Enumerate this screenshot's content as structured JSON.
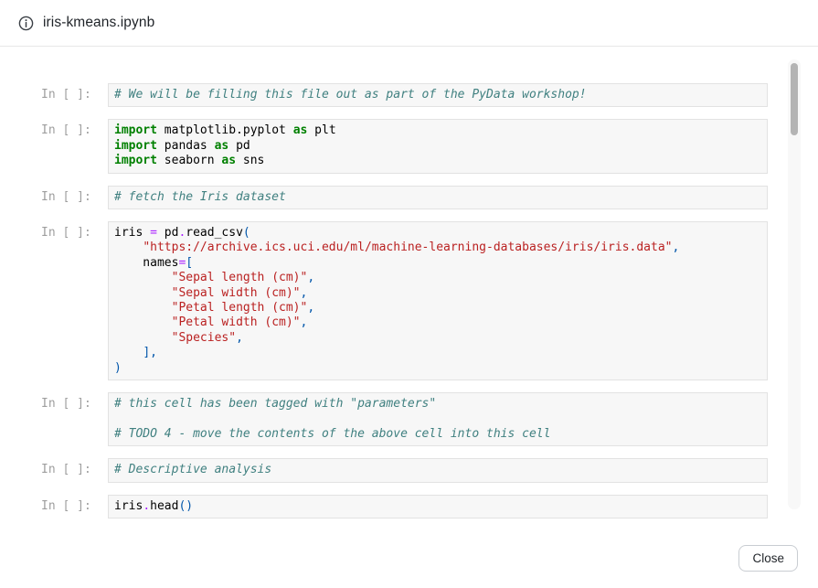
{
  "header": {
    "title": "iris-kmeans.ipynb",
    "icon": "info-icon"
  },
  "footer": {
    "close_label": "Close"
  },
  "syntax_colors": {
    "keyword": "#008000",
    "operator": "#AA22FF",
    "punctuation": "#0055AA",
    "string": "#BA2121",
    "comment": "#408080",
    "plain": "#000000",
    "cell_background": "#f7f7f7",
    "cell_border": "#e2e2e2",
    "prompt_color": "#9e9e9e"
  },
  "notebook": {
    "prompt": "In [ ]:",
    "cells": [
      {
        "lines": [
          [
            [
              "c",
              "# We will be filling this file out as part of the PyData workshop!"
            ]
          ]
        ]
      },
      {
        "lines": [
          [
            [
              "k",
              "import"
            ],
            [
              "n",
              " matplotlib.pyplot "
            ],
            [
              "k",
              "as"
            ],
            [
              "n",
              " plt"
            ]
          ],
          [
            [
              "k",
              "import"
            ],
            [
              "n",
              " pandas "
            ],
            [
              "k",
              "as"
            ],
            [
              "n",
              " pd"
            ]
          ],
          [
            [
              "k",
              "import"
            ],
            [
              "n",
              " seaborn "
            ],
            [
              "k",
              "as"
            ],
            [
              "n",
              " sns"
            ]
          ]
        ]
      },
      {
        "lines": [
          [
            [
              "c",
              "# fetch the Iris dataset"
            ]
          ]
        ]
      },
      {
        "lines": [
          [
            [
              "n",
              "iris "
            ],
            [
              "o",
              "="
            ],
            [
              "n",
              " pd"
            ],
            [
              "o",
              "."
            ],
            [
              "n",
              "read_csv"
            ],
            [
              "p",
              "("
            ]
          ],
          [
            [
              "n",
              "    "
            ],
            [
              "s",
              "\"https://archive.ics.uci.edu/ml/machine-learning-databases/iris/iris.data\""
            ],
            [
              "p",
              ","
            ]
          ],
          [
            [
              "n",
              "    names"
            ],
            [
              "o",
              "="
            ],
            [
              "p",
              "["
            ]
          ],
          [
            [
              "n",
              "        "
            ],
            [
              "s",
              "\"Sepal length (cm)\""
            ],
            [
              "p",
              ","
            ]
          ],
          [
            [
              "n",
              "        "
            ],
            [
              "s",
              "\"Sepal width (cm)\""
            ],
            [
              "p",
              ","
            ]
          ],
          [
            [
              "n",
              "        "
            ],
            [
              "s",
              "\"Petal length (cm)\""
            ],
            [
              "p",
              ","
            ]
          ],
          [
            [
              "n",
              "        "
            ],
            [
              "s",
              "\"Petal width (cm)\""
            ],
            [
              "p",
              ","
            ]
          ],
          [
            [
              "n",
              "        "
            ],
            [
              "s",
              "\"Species\""
            ],
            [
              "p",
              ","
            ]
          ],
          [
            [
              "n",
              "    "
            ],
            [
              "p",
              "],"
            ]
          ],
          [
            [
              "p",
              ")"
            ]
          ]
        ]
      },
      {
        "lines": [
          [
            [
              "c",
              "# this cell has been tagged with \"parameters\""
            ]
          ],
          [],
          [
            [
              "c",
              "# TODO 4 - move the contents of the above cell into this cell"
            ]
          ]
        ]
      },
      {
        "lines": [
          [
            [
              "c",
              "# Descriptive analysis"
            ]
          ]
        ]
      },
      {
        "lines": [
          [
            [
              "n",
              "iris"
            ],
            [
              "o",
              "."
            ],
            [
              "n",
              "head"
            ],
            [
              "p",
              "()"
            ]
          ]
        ]
      }
    ]
  }
}
